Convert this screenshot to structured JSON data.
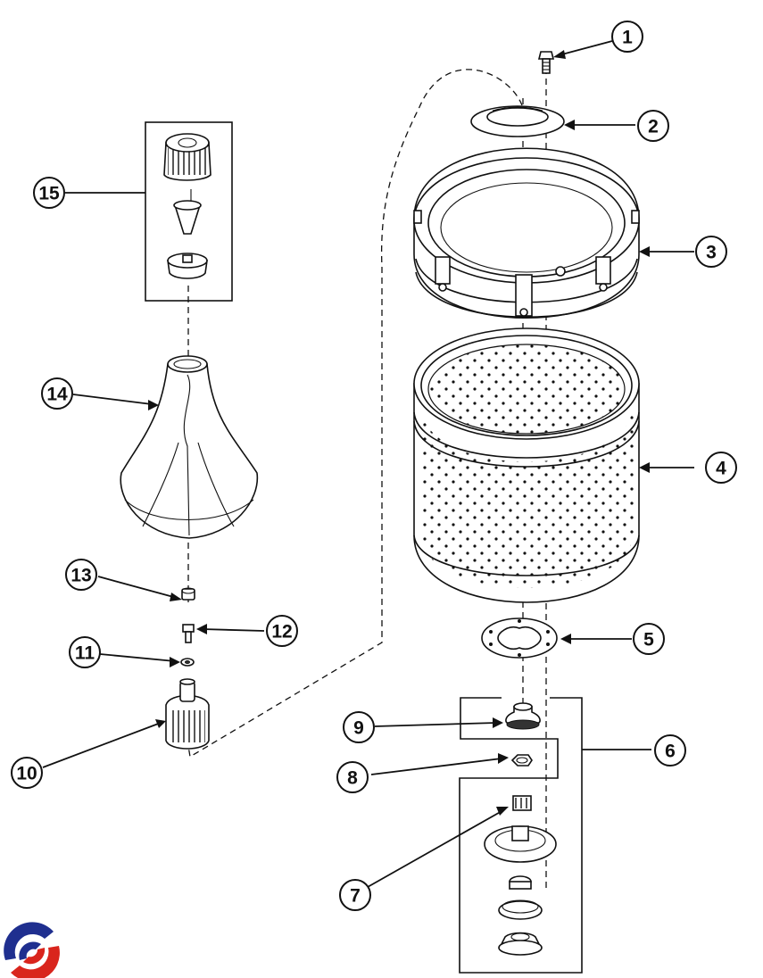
{
  "diagram": {
    "title": "Washer basket / agitator exploded parts view",
    "callouts": [
      {
        "number": "1",
        "part": "screw"
      },
      {
        "number": "2",
        "part": "basket retainer ring"
      },
      {
        "number": "3",
        "part": "balance ring"
      },
      {
        "number": "4",
        "part": "wash basket (perforated tub)"
      },
      {
        "number": "5",
        "part": "basket hub gasket"
      },
      {
        "number": "6",
        "part": "hub assembly (kit)"
      },
      {
        "number": "7",
        "part": "roller bearing"
      },
      {
        "number": "8",
        "part": "hex nut"
      },
      {
        "number": "9",
        "part": "seal cap"
      },
      {
        "number": "10",
        "part": "agitator drive block"
      },
      {
        "number": "11",
        "part": "washer"
      },
      {
        "number": "12",
        "part": "bolt"
      },
      {
        "number": "13",
        "part": "nut"
      },
      {
        "number": "14",
        "part": "agitator"
      },
      {
        "number": "15",
        "part": "fabric softener dispenser assembly"
      }
    ],
    "logo": {
      "name": "brand-logo",
      "colors": {
        "blue": "#1f2f8f",
        "red": "#d9251d"
      }
    }
  }
}
